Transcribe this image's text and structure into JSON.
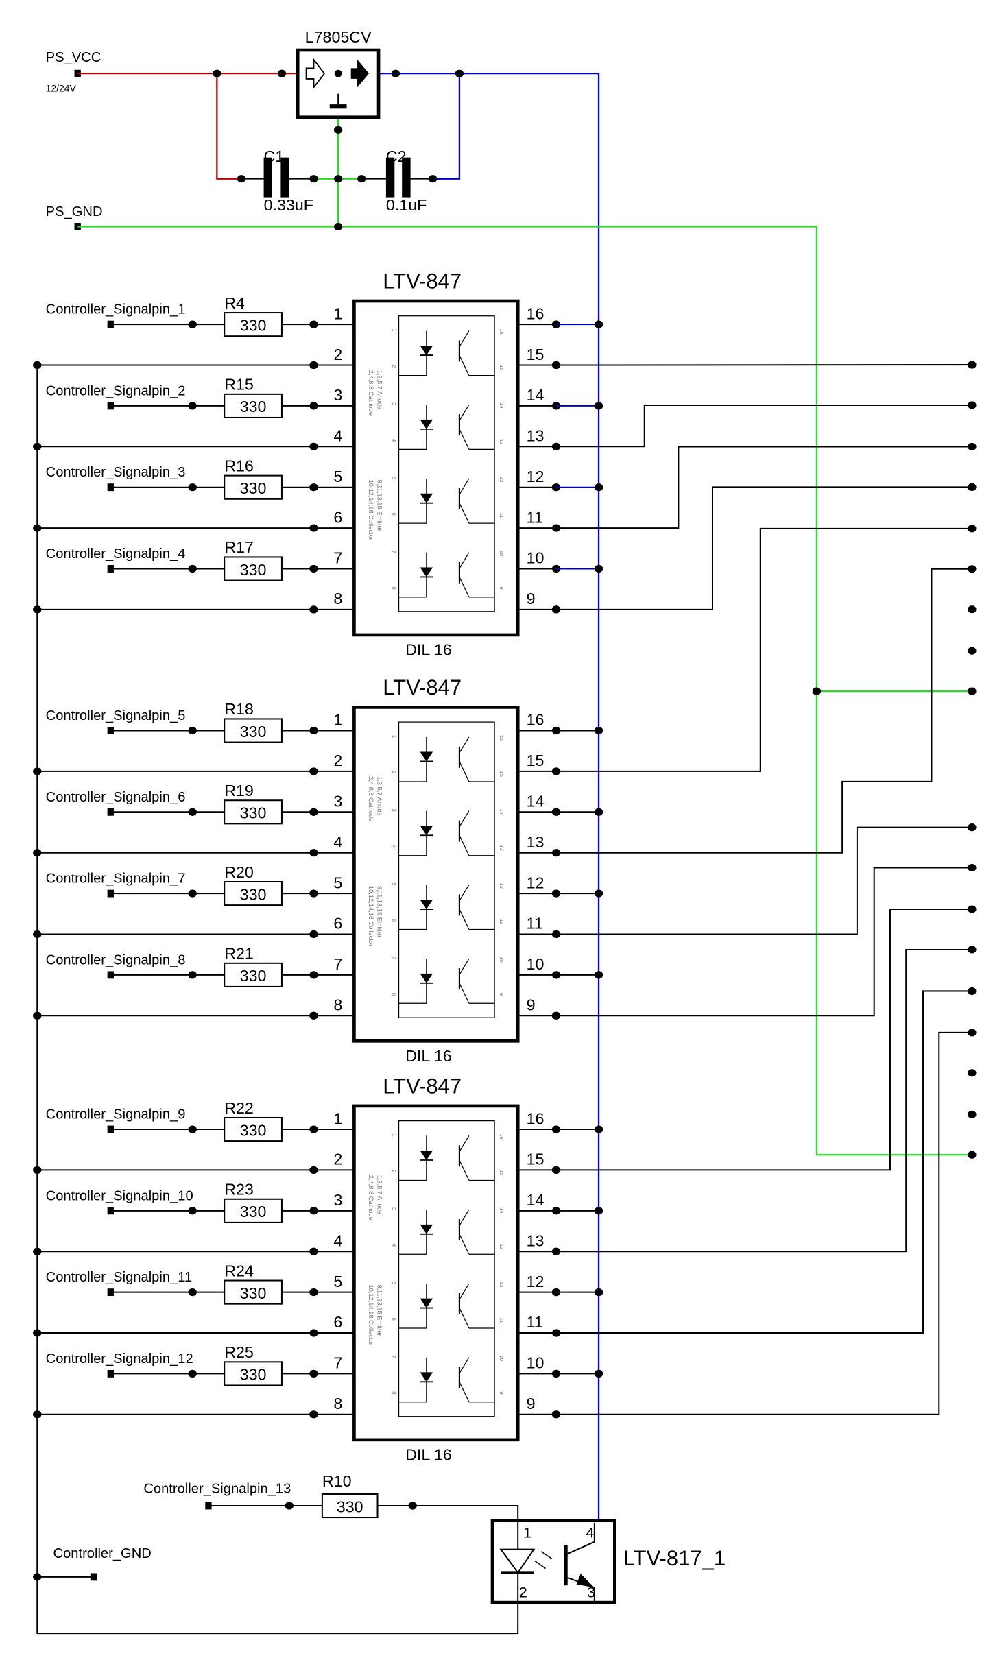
{
  "power": {
    "vcc_label": "PS_VCC",
    "vcc_note": "12/24V",
    "gnd_label": "PS_GND"
  },
  "regulator": {
    "name": "L7805CV"
  },
  "capacitors": [
    {
      "name": "C1",
      "value": "0.33uF"
    },
    {
      "name": "C2",
      "value": "0.1uF"
    }
  ],
  "pin_numbers_left": [
    "1",
    "2",
    "3",
    "4",
    "5",
    "6",
    "7",
    "8"
  ],
  "pin_numbers_right": [
    "16",
    "15",
    "14",
    "13",
    "12",
    "11",
    "10",
    "9"
  ],
  "optocouplers": [
    {
      "name": "LTV-847",
      "package": "DIL 16",
      "inputs": [
        {
          "signal": "Controller_Signalpin_1",
          "resistor": "R4",
          "value": "330"
        },
        {
          "signal": "Controller_Signalpin_2",
          "resistor": "R15",
          "value": "330"
        },
        {
          "signal": "Controller_Signalpin_3",
          "resistor": "R16",
          "value": "330"
        },
        {
          "signal": "Controller_Signalpin_4",
          "resistor": "R17",
          "value": "330"
        }
      ]
    },
    {
      "name": "LTV-847",
      "package": "DIL 16",
      "inputs": [
        {
          "signal": "Controller_Signalpin_5",
          "resistor": "R18",
          "value": "330"
        },
        {
          "signal": "Controller_Signalpin_6",
          "resistor": "R19",
          "value": "330"
        },
        {
          "signal": "Controller_Signalpin_7",
          "resistor": "R20",
          "value": "330"
        },
        {
          "signal": "Controller_Signalpin_8",
          "resistor": "R21",
          "value": "330"
        }
      ]
    },
    {
      "name": "LTV-847",
      "package": "DIL 16",
      "inputs": [
        {
          "signal": "Controller_Signalpin_9",
          "resistor": "R22",
          "value": "330"
        },
        {
          "signal": "Controller_Signalpin_10",
          "resistor": "R23",
          "value": "330"
        },
        {
          "signal": "Controller_Signalpin_11",
          "resistor": "R24",
          "value": "330"
        },
        {
          "signal": "Controller_Signalpin_12",
          "resistor": "R25",
          "value": "330"
        }
      ]
    }
  ],
  "inner_text": [
    "1,3,5,7  Anode",
    "2,4,6,8  Cathode",
    "9,11,13,15  Emitter",
    "10,12,14,16  Collector"
  ],
  "ltv817": {
    "name": "LTV-817_1",
    "pins": [
      "1",
      "2",
      "3",
      "4"
    ],
    "input": {
      "signal": "Controller_Signalpin_13",
      "resistor": "R10",
      "value": "330"
    }
  },
  "controller_gnd": "Controller_GND",
  "colors": {
    "vcc_in": "#c00000",
    "vcc_5v": "#0000c8",
    "gnd": "#22dd22",
    "wire": "#000000"
  }
}
